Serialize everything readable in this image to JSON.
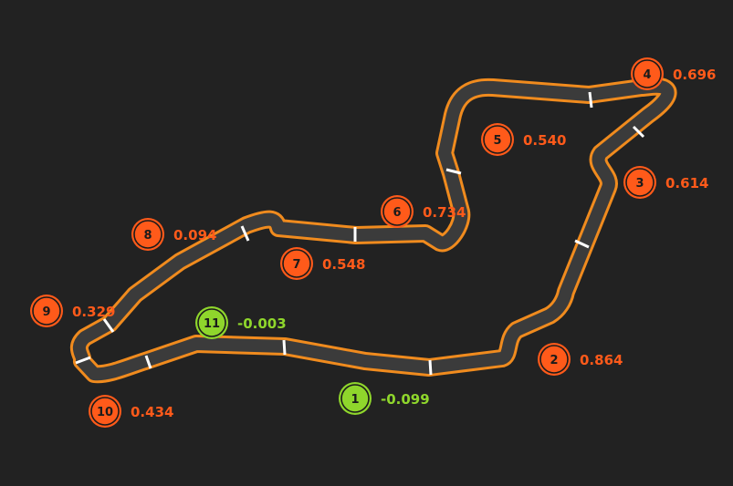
{
  "colors": {
    "background": "#222222",
    "track_edge": "#f08b1e",
    "track_surface": "#3b3b3b",
    "sector_tick": "#ffffff",
    "positive": "#ff5a1a",
    "negative": "#8fd62c"
  },
  "corners": [
    {
      "number": "1",
      "value": "-0.099",
      "tone": "negative"
    },
    {
      "number": "2",
      "value": "0.864",
      "tone": "positive"
    },
    {
      "number": "3",
      "value": "0.614",
      "tone": "positive"
    },
    {
      "number": "4",
      "value": "0.696",
      "tone": "positive"
    },
    {
      "number": "5",
      "value": "0.540",
      "tone": "positive"
    },
    {
      "number": "6",
      "value": "0.734",
      "tone": "positive"
    },
    {
      "number": "7",
      "value": "0.548",
      "tone": "positive"
    },
    {
      "number": "8",
      "value": "0.094",
      "tone": "positive"
    },
    {
      "number": "9",
      "value": "0.329",
      "tone": "positive"
    },
    {
      "number": "10",
      "value": "0.434",
      "tone": "positive"
    },
    {
      "number": "11",
      "value": "-0.003",
      "tone": "negative"
    }
  ]
}
